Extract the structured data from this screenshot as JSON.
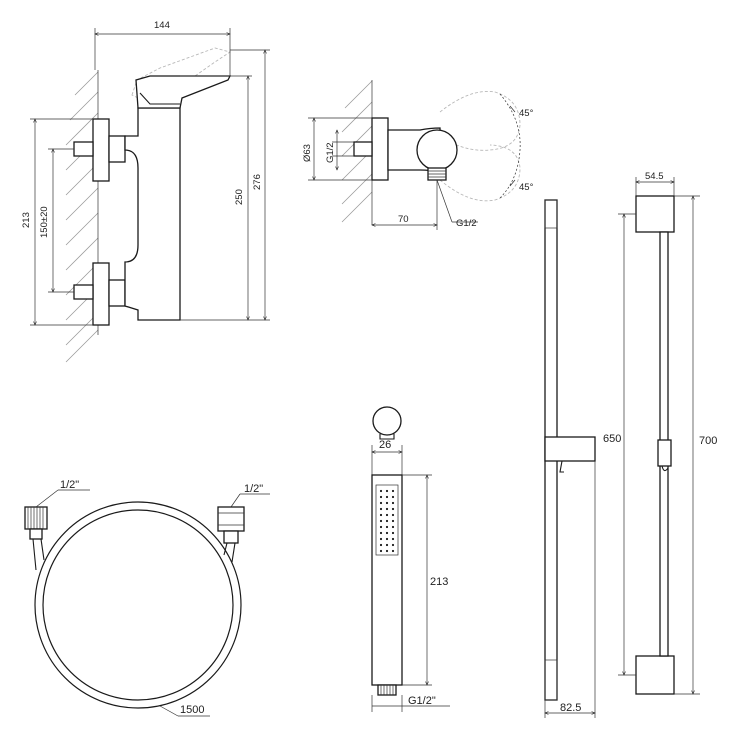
{
  "mixer_side": {
    "width": "144",
    "height_total": "276",
    "height_body": "250",
    "height_outer": "213",
    "inlet_spacing": "150±20"
  },
  "mixer_front": {
    "diameter": "Ø63",
    "inlet_thread": "G1/2",
    "depth": "70",
    "outlet_thread": "G1/2",
    "angle_top": "45°",
    "angle_bottom": "45°"
  },
  "hose": {
    "thread_left": "1/2\"",
    "thread_right": "1/2\"",
    "length": "1500"
  },
  "hand_shower": {
    "diameter": "26",
    "length": "213",
    "thread": "G1/2\""
  },
  "slide_bar": {
    "width_front": "82.5",
    "bracket_width": "54.5",
    "length_inner": "650",
    "length_total": "700"
  }
}
